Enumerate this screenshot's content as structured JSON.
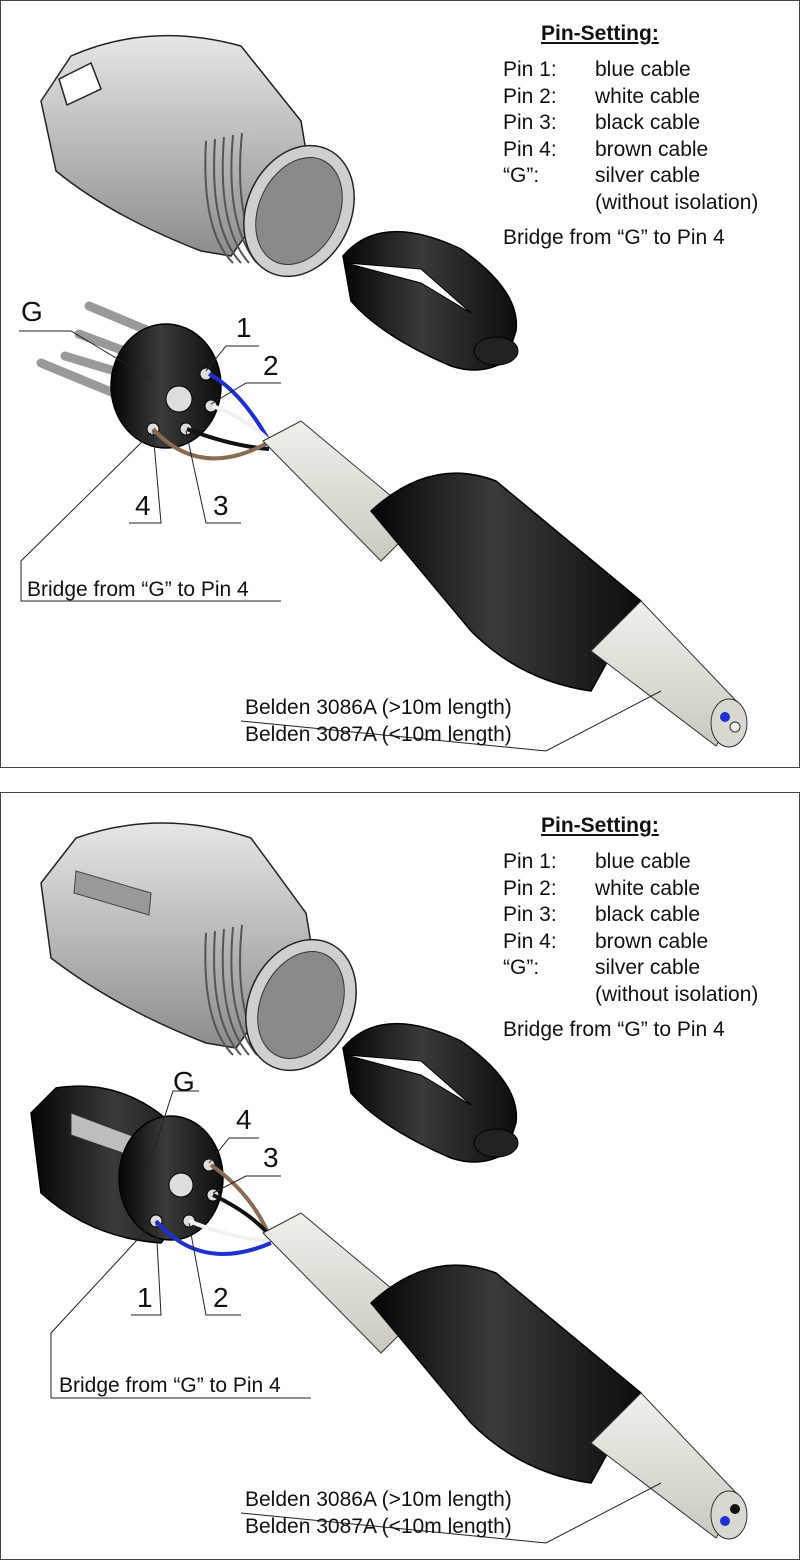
{
  "panels": [
    {
      "variant": "male",
      "pin_setting": {
        "heading": "Pin-Setting:",
        "rows": [
          {
            "pin": "Pin 1:",
            "cable": "blue cable"
          },
          {
            "pin": "Pin 2:",
            "cable": "white cable"
          },
          {
            "pin": "Pin 3:",
            "cable": "black cable"
          },
          {
            "pin": "Pin 4:",
            "cable": "brown cable"
          },
          {
            "pin": "“G”:",
            "cable": "silver cable"
          },
          {
            "pin": "",
            "cable": "(without isolation)"
          }
        ],
        "bridge_note": "Bridge from “G” to Pin 4"
      },
      "callouts": {
        "g": "G",
        "p1": "1",
        "p2": "2",
        "p3": "3",
        "p4": "4"
      },
      "bridge_caption": "Bridge from “G” to Pin 4",
      "cable_types": [
        "Belden 3086A (>10m length)",
        "Belden 3087A (<10m length)"
      ]
    },
    {
      "variant": "female",
      "pin_setting": {
        "heading": "Pin-Setting:",
        "rows": [
          {
            "pin": "Pin 1:",
            "cable": "blue cable"
          },
          {
            "pin": "Pin 2:",
            "cable": "white cable"
          },
          {
            "pin": "Pin 3:",
            "cable": "black cable"
          },
          {
            "pin": "Pin 4:",
            "cable": "brown cable"
          },
          {
            "pin": "“G”:",
            "cable": "silver cable"
          },
          {
            "pin": "",
            "cable": "(without isolation)"
          }
        ],
        "bridge_note": "Bridge from “G” to Pin 4"
      },
      "callouts": {
        "g": "G",
        "p1": "1",
        "p2": "2",
        "p3": "3",
        "p4": "4"
      },
      "bridge_caption": "Bridge from “G” to Pin 4",
      "cable_types": [
        "Belden 3086A (>10m length)",
        "Belden 3087A (<10m length)"
      ]
    }
  ],
  "colors": {
    "blue_wire": "#2030d0",
    "brown_wire": "#8a6a50",
    "black_part": "#1a1a1a",
    "cable_jacket": "#e4e4dc",
    "metal": "#bdbdbd"
  }
}
